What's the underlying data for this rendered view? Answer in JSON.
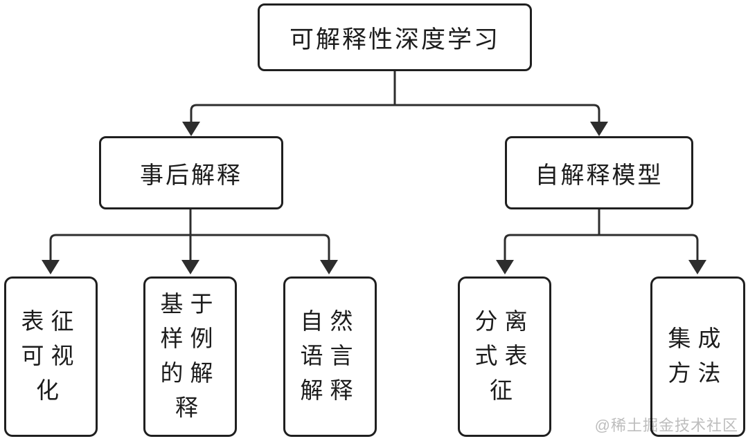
{
  "flowchart": {
    "root": {
      "label": "可解释性深度学习"
    },
    "branches": [
      {
        "label": "事后解释",
        "children": [
          {
            "label": "表征可视化",
            "lines": [
              "表征",
              "可视",
              "化"
            ]
          },
          {
            "label": "基于样例的解释",
            "lines": [
              "基于",
              "样例",
              "的解",
              "释"
            ]
          },
          {
            "label": "自然语言解释",
            "lines": [
              "自然",
              "语言",
              "解释"
            ]
          }
        ]
      },
      {
        "label": "自解释模型",
        "children": [
          {
            "label": "分离式表征",
            "lines": [
              "分离",
              "式表",
              "征"
            ]
          },
          {
            "label": "集成方法",
            "lines": [
              "集成",
              "方法"
            ]
          }
        ]
      }
    ]
  },
  "watermark": {
    "text": "@稀土掘金技术社区"
  },
  "colors": {
    "line": "#2d2d2d",
    "box_border": "#1f1f1f",
    "box_fill": "#ffffff",
    "background": "#ffffff",
    "watermark": "#bdbdbd"
  }
}
